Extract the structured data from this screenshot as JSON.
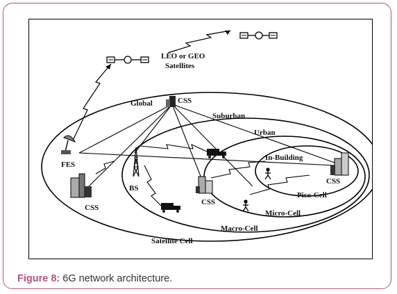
{
  "figure": {
    "labels": {
      "satellites": "LEO or GEO",
      "satellites_line2": "Satellites",
      "global": "Global",
      "css_top": "CSS",
      "suburban": "Suburban",
      "urban": "Urban",
      "fes": "FES",
      "in_building": "In-Building",
      "css_left": "CSS",
      "bs": "BS",
      "css_mid": "CSS",
      "css_right": "CSS",
      "pico_cell": "Pico-Cell",
      "micro_cell": "Micro-Cell",
      "macro_cell": "Macro-Cell",
      "satellite_cell": "Satellite Cell"
    }
  },
  "caption": {
    "label": "Figure 8:",
    "text": " 6G network architecture."
  }
}
